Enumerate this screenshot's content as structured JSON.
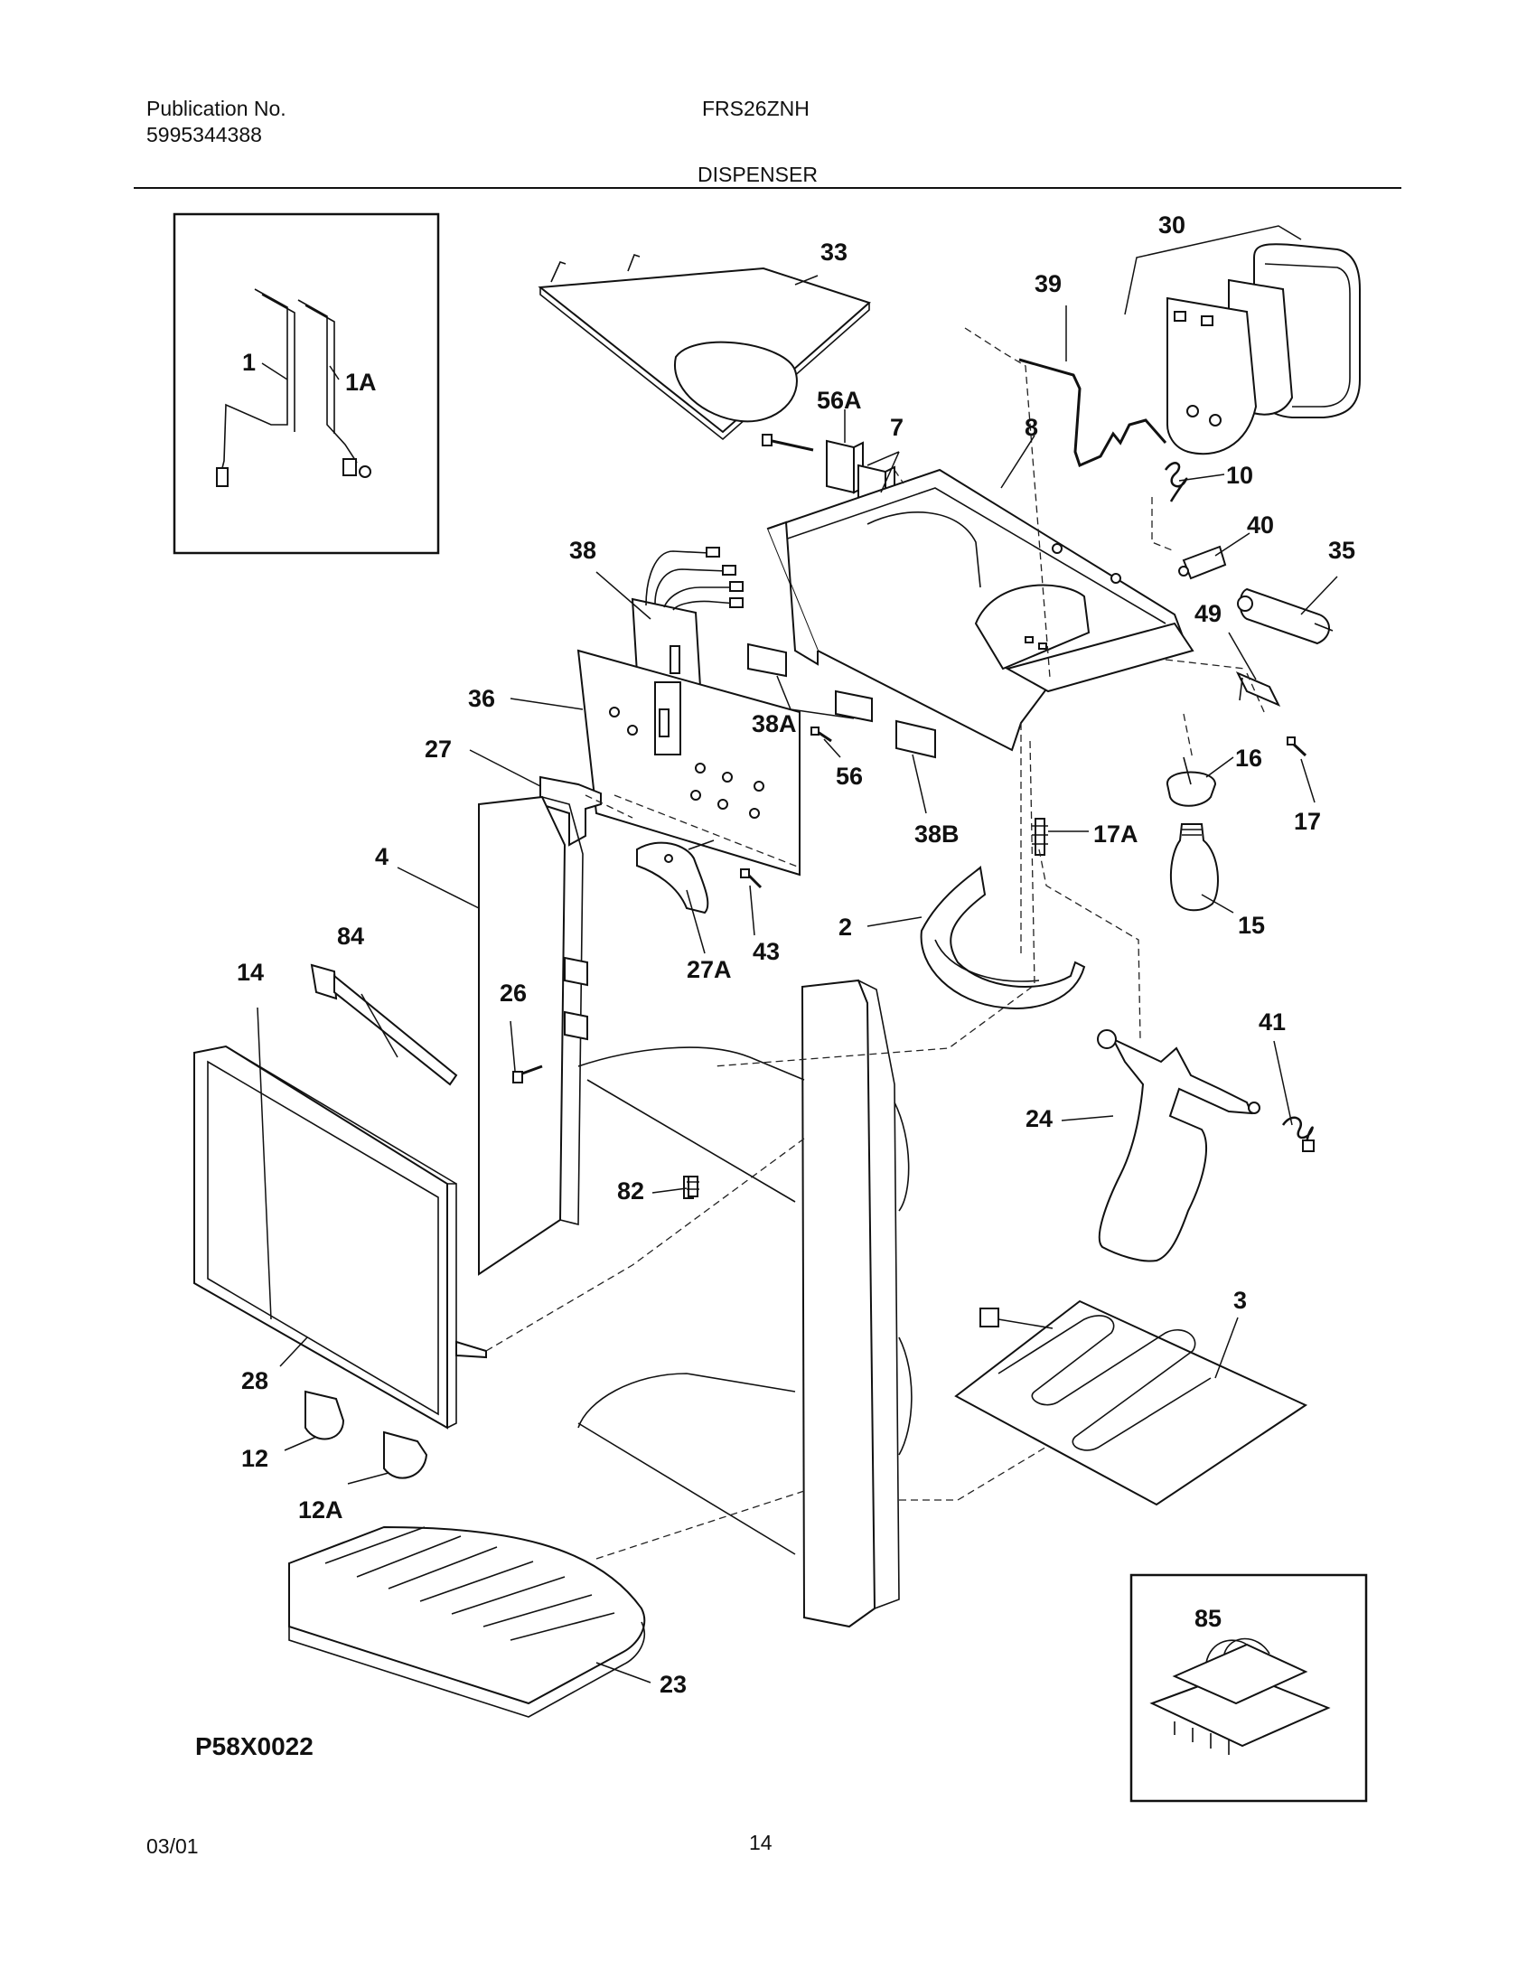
{
  "header": {
    "publication_label": "Publication No.",
    "publication_number": "5995344388",
    "model": "FRS26ZNH",
    "section": "DISPENSER"
  },
  "footer": {
    "date": "03/01",
    "page": "14"
  },
  "diagram": {
    "code": "P58X0022",
    "parts": [
      {
        "id": "1"
      },
      {
        "id": "1A"
      },
      {
        "id": "33"
      },
      {
        "id": "30"
      },
      {
        "id": "39"
      },
      {
        "id": "56A"
      },
      {
        "id": "7"
      },
      {
        "id": "8"
      },
      {
        "id": "10"
      },
      {
        "id": "40"
      },
      {
        "id": "35"
      },
      {
        "id": "38"
      },
      {
        "id": "49"
      },
      {
        "id": "36"
      },
      {
        "id": "38A"
      },
      {
        "id": "27"
      },
      {
        "id": "56"
      },
      {
        "id": "16"
      },
      {
        "id": "17"
      },
      {
        "id": "38B"
      },
      {
        "id": "17A"
      },
      {
        "id": "4"
      },
      {
        "id": "43"
      },
      {
        "id": "15"
      },
      {
        "id": "2"
      },
      {
        "id": "84"
      },
      {
        "id": "27A"
      },
      {
        "id": "14"
      },
      {
        "id": "26"
      },
      {
        "id": "41"
      },
      {
        "id": "24"
      },
      {
        "id": "82"
      },
      {
        "id": "3"
      },
      {
        "id": "28"
      },
      {
        "id": "12"
      },
      {
        "id": "12A"
      },
      {
        "id": "23"
      },
      {
        "id": "85"
      }
    ]
  }
}
